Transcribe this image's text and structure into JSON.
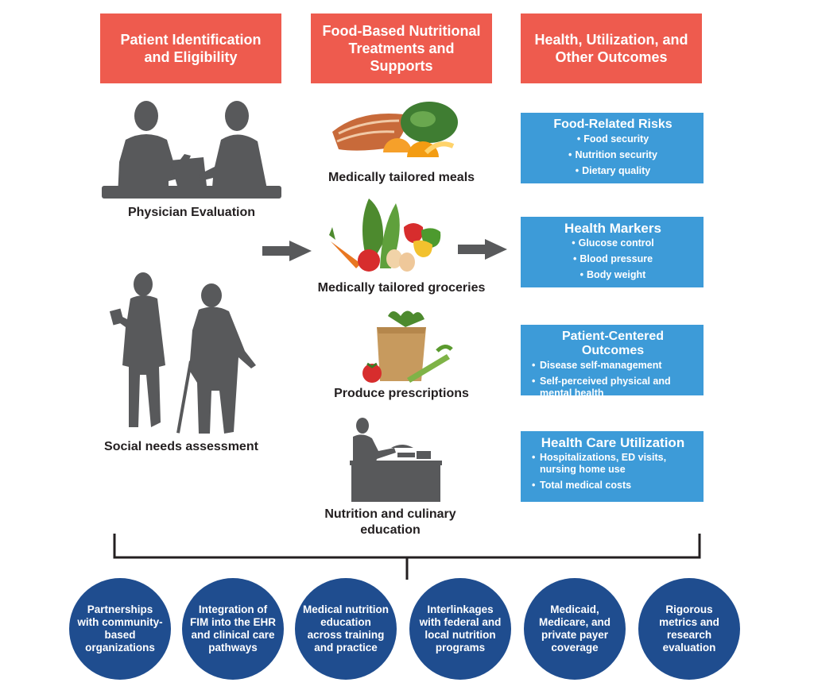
{
  "headers": {
    "col1": "Patient Identification and Eligibility",
    "col2": "Food-Based Nutritional Treatments and Supports",
    "col3": "Health, Utilization, and Other Outcomes"
  },
  "identification": {
    "physician": "Physician Evaluation",
    "social": "Social needs assessment"
  },
  "treatments": {
    "meals": "Medically tailored meals",
    "groceries": "Medically tailored groceries",
    "produce": "Produce prescriptions",
    "education": "Nutrition and culinary education"
  },
  "outcomes": [
    {
      "title": "Food-Related Risks",
      "items": [
        "Food security",
        "Nutrition security",
        "Dietary quality"
      ]
    },
    {
      "title": "Health Markers",
      "items": [
        "Glucose control",
        "Blood pressure",
        "Body weight"
      ]
    },
    {
      "title": "Patient-Centered Outcomes",
      "items": [
        "Disease self-management",
        "Self-perceived physical and mental health"
      ]
    },
    {
      "title": "Health Care Utilization",
      "items": [
        "Hospitalizations, ED visits, nursing home use",
        "Total medical costs"
      ]
    }
  ],
  "enablers": [
    "Partnerships with community-based organizations",
    "Integration of FIM into the EHR and clinical care pathways",
    "Medical nutrition education across training and practice",
    "Interlinkages with federal and local nutrition programs",
    "Medicaid, Medicare, and private payer coverage",
    "Rigorous metrics and research evaluation"
  ],
  "colors": {
    "header": "#ee5b4e",
    "outcome_box": "#3d9bd8",
    "enabler_circle": "#1f4d8f",
    "silhouette": "#58595b"
  },
  "icons": {
    "physician": "doctor-patient-consultation-icon",
    "social": "caregiver-elderly-person-icon",
    "meals": "meal-plate-icon",
    "groceries": "vegetables-icon",
    "produce": "grocery-bag-icon",
    "education": "cooking-instructor-icon"
  }
}
